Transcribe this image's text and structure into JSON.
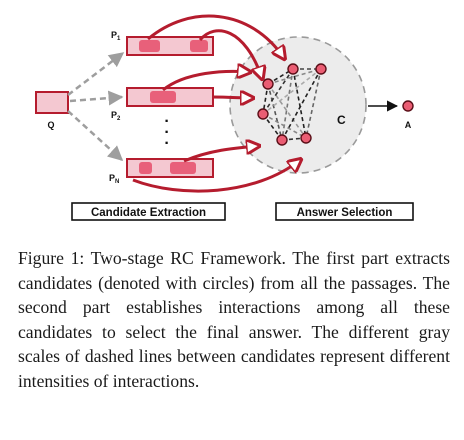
{
  "diagram": {
    "query_label": "Q",
    "passage_labels": [
      {
        "base": "P",
        "sub": "1"
      },
      {
        "base": "P",
        "sub": "2"
      },
      {
        "base": "P",
        "sub": "N"
      }
    ],
    "ellipsis": "·",
    "candidate_set_label": "C",
    "answer_label": "A",
    "stage_labels": [
      "Candidate Extraction",
      "Answer Selection"
    ],
    "colors": {
      "passage_fill": "#f4c8d1",
      "candidate_highlight": "#e8607a",
      "node_fill": "#ea5d73",
      "arrow_red": "#b51c2e",
      "query_arrow": "#9e9e9e",
      "circle_fill": "#ececec"
    }
  },
  "caption": {
    "text": "Figure 1: Two-stage RC Framework. The first part extracts candidates (denoted with circles) from all the passages. The second part establishes interactions among all these candidates to select the final answer. The different gray scales of dashed lines between candidates represent different intensities of interactions."
  }
}
